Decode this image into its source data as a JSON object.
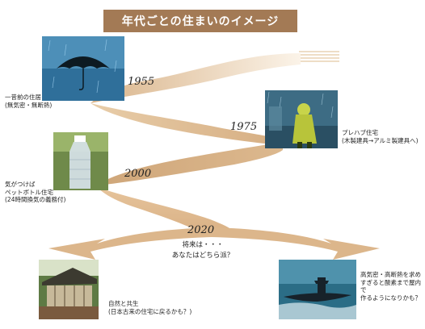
{
  "title": "年代ごとの住まいのイメージ",
  "years": [
    "1955",
    "1975",
    "2000",
    "2020"
  ],
  "captions": {
    "old_house": "一昔前の住居\n(無気密・無断熱)",
    "prefab": "プレハブ住宅\n(木製建具→アルミ製建具へ)",
    "pet_bottle": "気がつけば\nペットボトル住宅\n(24時間換気の義務付)",
    "nature": "自然と共生\n(日本古来の住宅に戻るかも？)",
    "submarine": "高気密・高断熱を求め\nすぎると酸素まで屋内で\n作るようになりかも？"
  },
  "future_question": "将来は・・・\nあなたはどちら派？",
  "icons": {
    "umbrella": "umbrella-in-rain-photo",
    "raincoat": "person-in-raincoat-photo",
    "bottle": "pet-bottle-photo",
    "house": "traditional-house-photo",
    "submarine": "submarine-photo"
  },
  "colors": {
    "title_bg": "#a37a55",
    "path_light": "#f6e8d4",
    "path_dark": "#d9b48a"
  }
}
